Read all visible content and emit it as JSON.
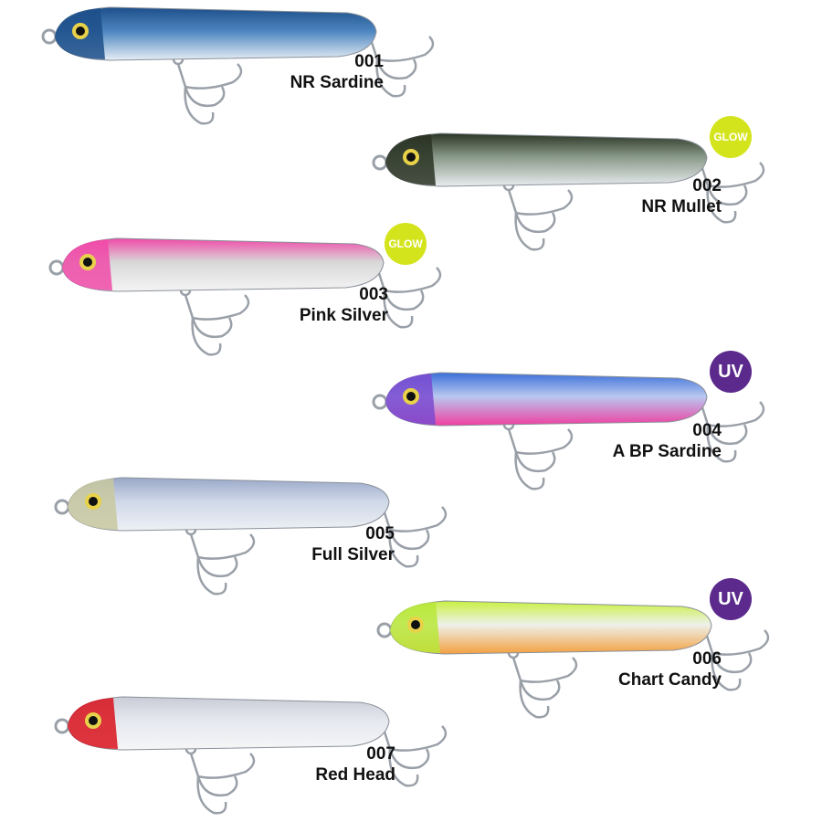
{
  "lures": [
    {
      "code": "001",
      "name": "NR Sardine",
      "top": "#1d4f8a",
      "mid": "#4d86c0",
      "belly": "#e6eef5",
      "head": "#1d4f8a"
    },
    {
      "code": "002",
      "name": "NR Mullet",
      "top": "#2a3424",
      "mid": "#8a9a8a",
      "belly": "#e8ecef",
      "head": "#2a3424",
      "badge": "GLOW"
    },
    {
      "code": "003",
      "name": "Pink Silver",
      "top": "#f04aa8",
      "mid": "#d8d8d8",
      "belly": "#f4f4f4",
      "head": "#f04aa8",
      "badge": "GLOW"
    },
    {
      "code": "004",
      "name": "A BP Sardine",
      "top": "#3a6fd8",
      "mid": "#b8c8f0",
      "belly": "#ef3fa0",
      "head": "#7a4ad0",
      "badge": "UV"
    },
    {
      "code": "005",
      "name": "Full Silver",
      "top": "#9aa8c8",
      "mid": "#cfd8e8",
      "belly": "#eef0f4",
      "head": "#c8c8a0"
    },
    {
      "code": "006",
      "name": "Chart Candy",
      "top": "#c8f040",
      "mid": "#eef0ea",
      "belly": "#f3a040",
      "head": "#b8e83a",
      "badge": "UV"
    },
    {
      "code": "007",
      "name": "Red Head",
      "top": "#c9ccd6",
      "mid": "#e6e8ef",
      "belly": "#f6f6f6",
      "head": "#d8121c"
    }
  ],
  "colors": {
    "glow": "#d4e41c",
    "uv": "#5b2a8c"
  }
}
